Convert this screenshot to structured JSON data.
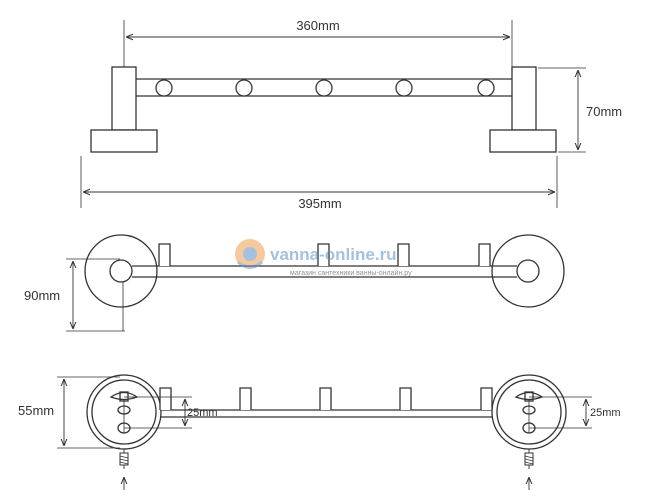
{
  "dimensions": {
    "top_width": "360mm",
    "top_height": "70mm",
    "total_width": "395mm",
    "middle_depth": "90mm",
    "bottom_height": "55mm",
    "bottom_left_offset": "25mm",
    "bottom_right_offset": "25mm"
  },
  "watermark": {
    "text": "vanna-online.ru",
    "tagline": "магазин сантехники ванны-онлайн.ру",
    "colors": {
      "orange": "#f0a050",
      "blue": "#5a8fc8"
    }
  },
  "colors": {
    "line": "#333333",
    "background": "#ffffff"
  }
}
